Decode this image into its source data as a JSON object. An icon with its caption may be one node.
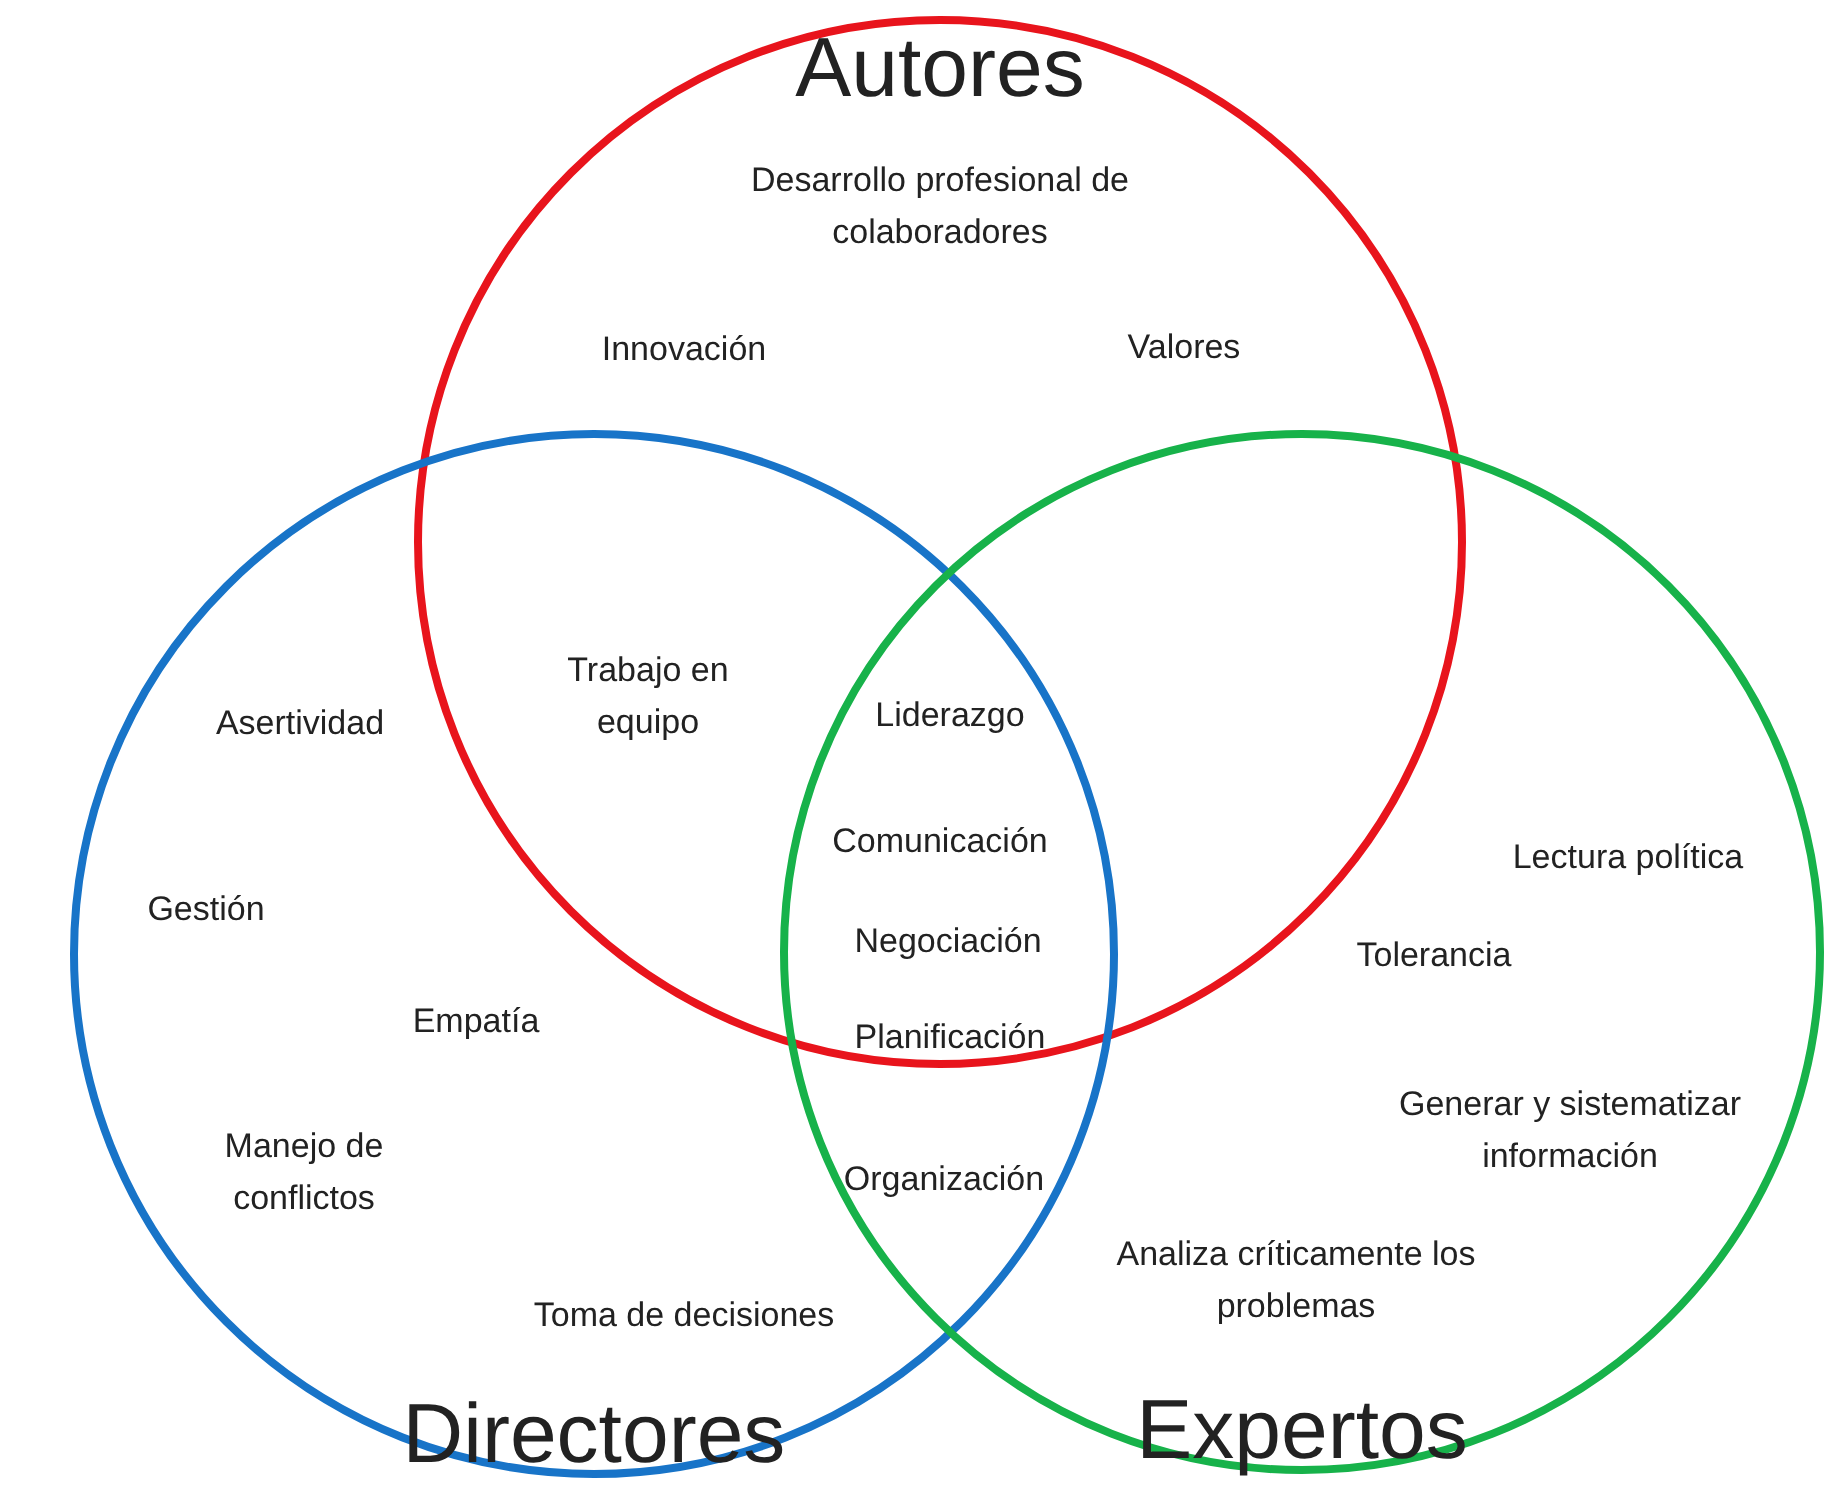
{
  "diagram": {
    "nodes": [
      {
        "text": [
          "Autores"
        ]
      },
      {
        "text": [
          "Directores"
        ]
      },
      {
        "text": [
          "Expertos"
        ]
      }
    ],
    "labels": [
      "Desarrollo profesional de colaboradores",
      "Innovación",
      "Valores",
      "Trabajo en equipo",
      "Asertividad",
      "Liderazgo",
      "Comunicación",
      "Lectura política",
      "Gestión",
      "Negociación",
      "Tolerancia",
      "Empatía",
      "Planificación",
      "Generar y sistematizar información",
      "Manejo de conflictos",
      "Organización",
      "Analiza críticamente los problemas",
      "Toma de decisiones"
    ]
  }
}
